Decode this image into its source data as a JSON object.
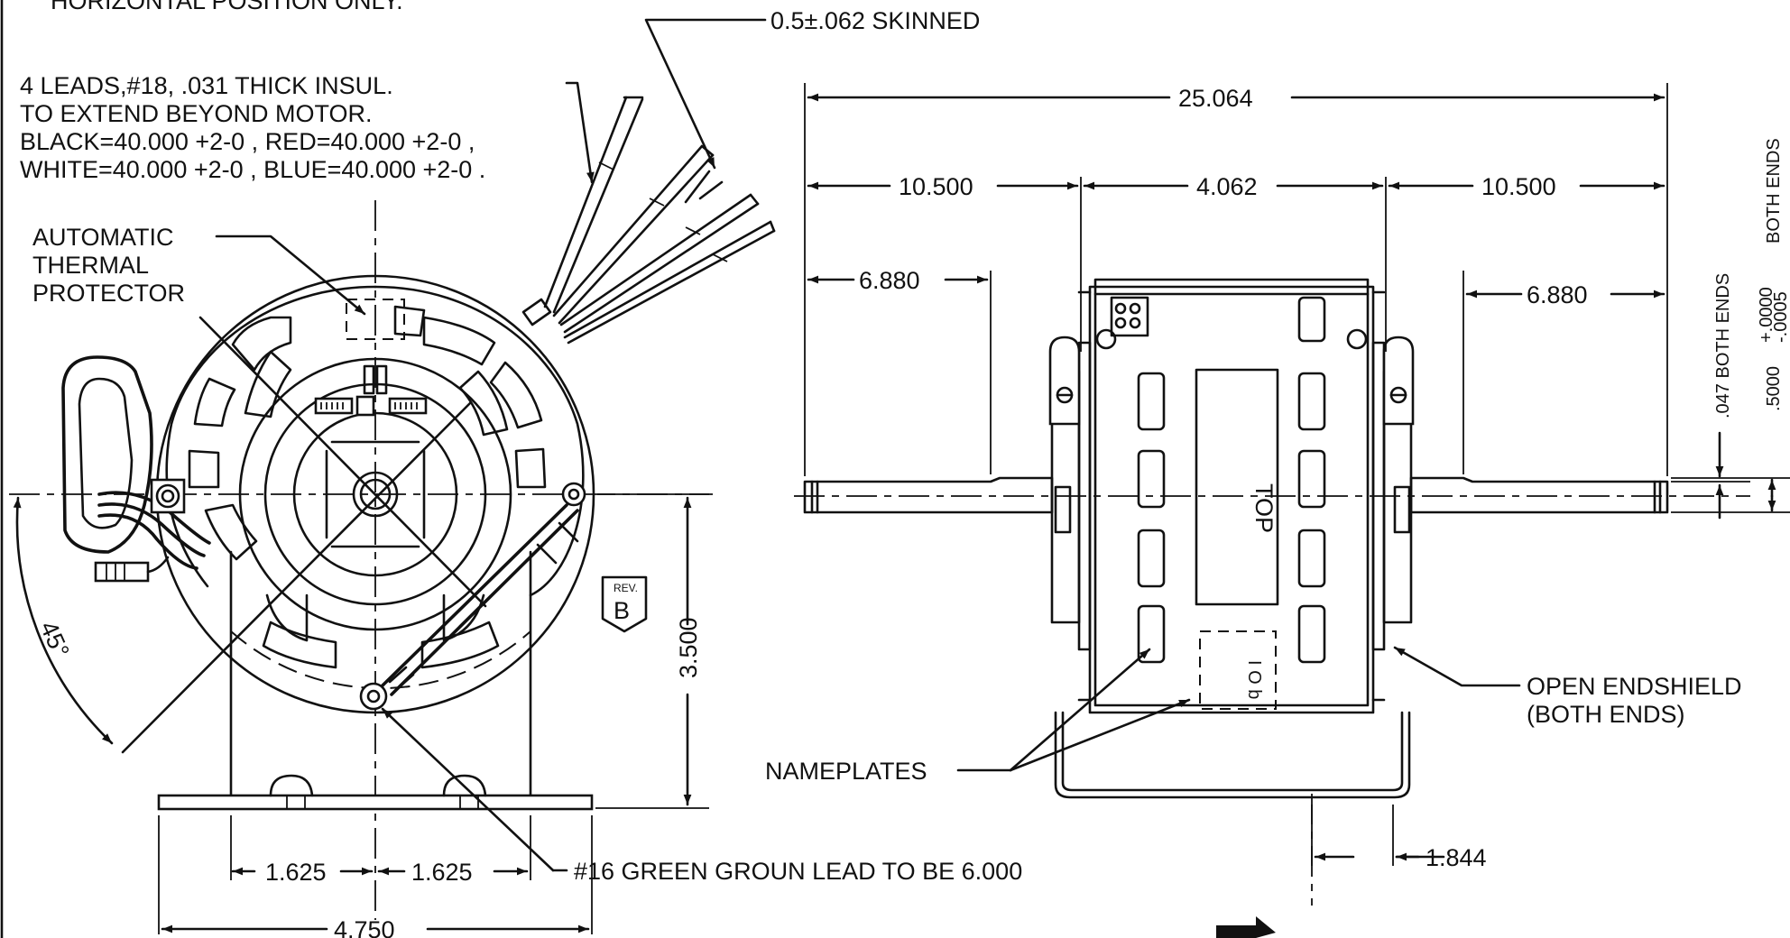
{
  "notes": {
    "mount_position": "HORIZONTAL POSITION ONLY.",
    "skinned": "0.5±.062 SKINNED",
    "leads": [
      "4 LEADS,#18, .031 THICK INSUL.",
      "TO EXTEND BEYOND MOTOR.",
      "BLACK=40.000 +2-0 , RED=40.000 +2-0 ,",
      "WHITE=40.000 +2-0 , BLUE=40.000 +2-0 ."
    ],
    "thermal_protector": [
      "AUTOMATIC",
      "THERMAL",
      "PROTECTOR"
    ],
    "ground_lead": "#16 GREEN GROUN LEAD TO BE 6.000",
    "nameplates": "NAMEPLATES",
    "open_endshield": [
      "OPEN ENDSHIELD",
      "(BOTH ENDS)"
    ],
    "top_mark": "TOP"
  },
  "revision": {
    "label": "REV.",
    "letter": "B"
  },
  "dimensions": {
    "overall_length": "25.064",
    "shaft_left": "10.500",
    "body_length": "4.062",
    "shaft_right": "10.500",
    "flat_left": "6.880",
    "flat_right": "6.880",
    "flat_depth": ".047 BOTH ENDS",
    "shaft_dia_nominal": ".5000",
    "shaft_dia_tol_plus": "+.0000",
    "shaft_dia_tol_minus": "-.0005",
    "shaft_dia_ends": "BOTH ENDS",
    "angle": "45°",
    "center_height": "3.500",
    "base_half_left": "1.625",
    "base_half_right": "1.625",
    "base_width": "4.750",
    "base_offset": "1.844"
  }
}
